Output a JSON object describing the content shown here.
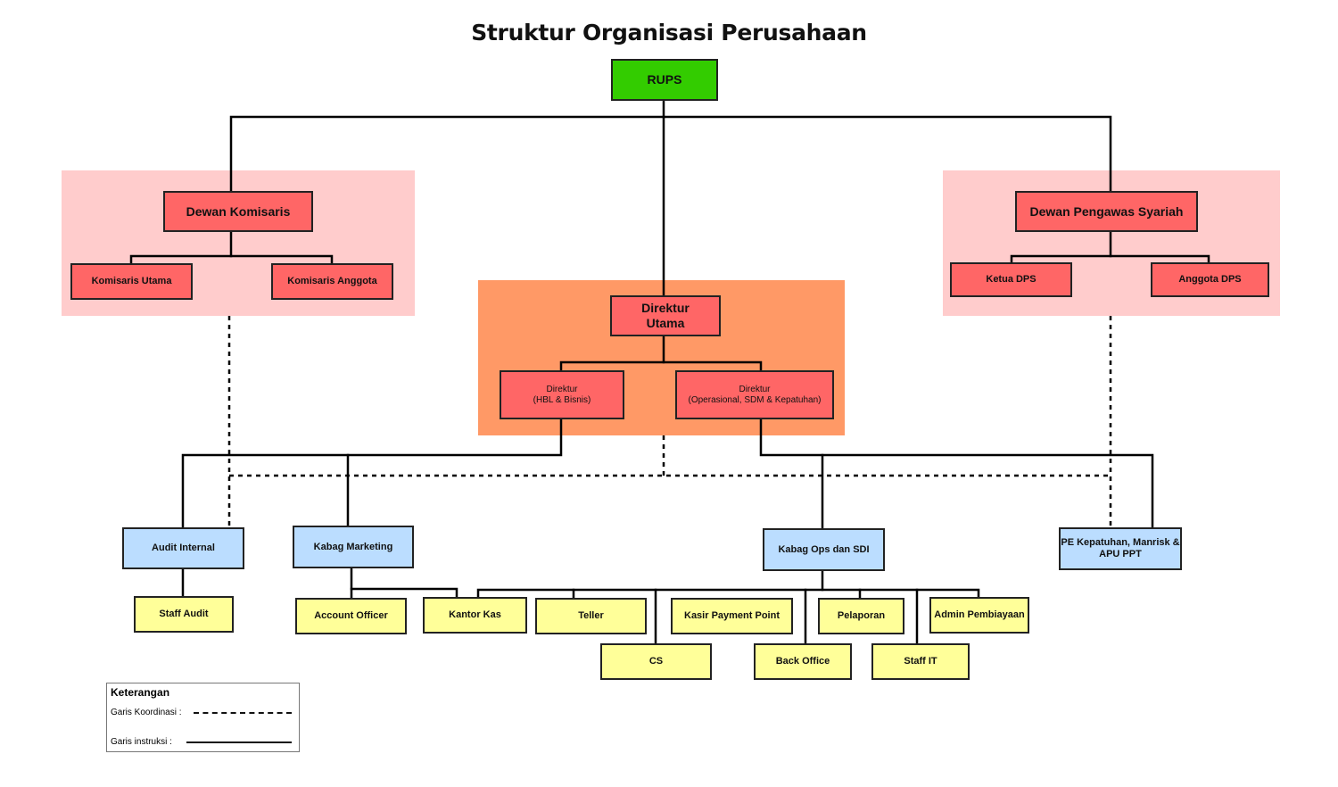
{
  "title": "Struktur Organisasi Perusahaan",
  "colors": {
    "top": "#33cc00",
    "board": "#ff6666",
    "board_group_bg": "#ffcccc",
    "direksi_group_bg": "#ff9966",
    "department": "#bbddff",
    "staff": "#ffff99",
    "line": "#000000"
  },
  "nodes": {
    "rups": "RUPS",
    "dewan_komisaris": "Dewan Komisaris",
    "komisaris_utama": "Komisaris Utama",
    "komisaris_anggota": "Komisaris Anggota",
    "dewan_pengawas_syariah": "Dewan Pengawas Syariah",
    "ketua_dps": "Ketua DPS",
    "anggota_dps": "Anggota DPS",
    "direktur_utama": [
      "Direktur",
      "Utama"
    ],
    "direktur_hbl": [
      "Direktur",
      "(HBL & Bisnis)"
    ],
    "direktur_ops": [
      "Direktur",
      "(Operasional, SDM & Kepatuhan)"
    ],
    "audit_internal": "Audit Internal",
    "kabag_marketing": "Kabag Marketing",
    "kabag_ops": "Kabag Ops dan SDI",
    "pe_kepatuhan": [
      "PE Kepatuhan, Manrisk &",
      "APU PPT"
    ],
    "staff_audit": "Staff Audit",
    "account_officer": "Account Officer",
    "kantor_kas": "Kantor Kas",
    "teller": "Teller",
    "cs": "CS",
    "kasir_payment_point": "Kasir Payment Point",
    "back_office": "Back Office",
    "pelaporan": "Pelaporan",
    "staff_it": "Staff IT",
    "admin_pembiayaan": "Admin Pembiayaan"
  },
  "legend": {
    "title": "Keterangan",
    "coordination": "Garis Koordinasi :",
    "instruction": "Garis instruksi :"
  }
}
